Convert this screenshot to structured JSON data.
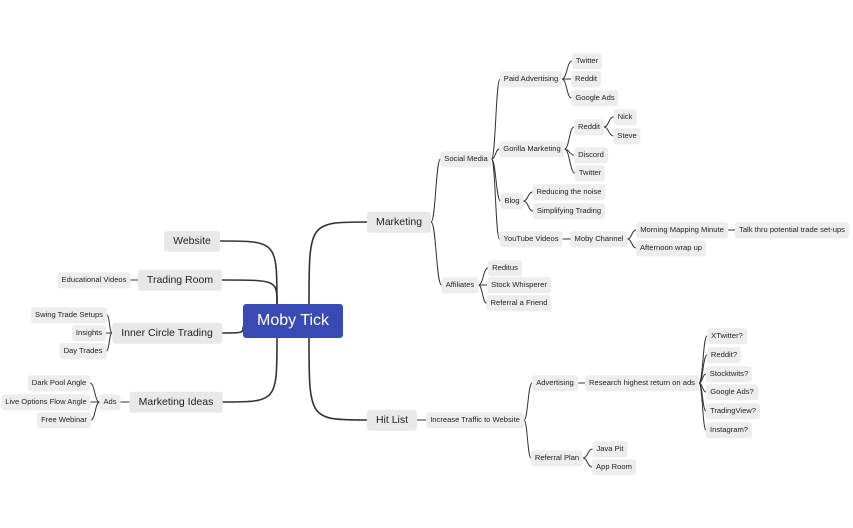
{
  "root": {
    "id": "root",
    "label": "Moby Tick"
  },
  "colors": {
    "root_fill": "#3a4ab5",
    "node_fill": "#ededed",
    "line": "#333333"
  },
  "nodes": [
    {
      "id": "marketing",
      "label": "Marketing",
      "parent": "root"
    },
    {
      "id": "social-media",
      "label": "Social Media",
      "parent": "marketing"
    },
    {
      "id": "paid-advertising",
      "label": "Paid Advertising",
      "parent": "social-media"
    },
    {
      "id": "pa-twitter",
      "label": "Twitter",
      "parent": "paid-advertising"
    },
    {
      "id": "pa-reddit",
      "label": "Reddit",
      "parent": "paid-advertising"
    },
    {
      "id": "pa-google-ads",
      "label": "Google Ads",
      "parent": "paid-advertising"
    },
    {
      "id": "gorilla-marketing",
      "label": "Gorilla Marketing",
      "parent": "social-media"
    },
    {
      "id": "gm-reddit",
      "label": "Reddit",
      "parent": "gorilla-marketing"
    },
    {
      "id": "gm-nick",
      "label": "Nick",
      "parent": "gm-reddit"
    },
    {
      "id": "gm-steve",
      "label": "Steve",
      "parent": "gm-reddit"
    },
    {
      "id": "gm-discord",
      "label": "Discord",
      "parent": "gorilla-marketing"
    },
    {
      "id": "gm-twitter",
      "label": "Twitter",
      "parent": "gorilla-marketing"
    },
    {
      "id": "blog",
      "label": "Blog",
      "parent": "social-media"
    },
    {
      "id": "blog-reducing",
      "label": "Reducing the noise",
      "parent": "blog"
    },
    {
      "id": "blog-simplifying",
      "label": "Simplifying Trading",
      "parent": "blog"
    },
    {
      "id": "youtube-videos",
      "label": "YouTube Videos",
      "parent": "social-media"
    },
    {
      "id": "moby-channel",
      "label": "Moby Channel",
      "parent": "youtube-videos"
    },
    {
      "id": "morning-mapping",
      "label": "Morning Mapping Minute",
      "parent": "moby-channel"
    },
    {
      "id": "talk-thru",
      "label": "Talk thru potential trade set-ups",
      "parent": "morning-mapping"
    },
    {
      "id": "afternoon-wrap",
      "label": "Afternoon wrap up",
      "parent": "moby-channel"
    },
    {
      "id": "affiliates",
      "label": "Affiliates",
      "parent": "marketing"
    },
    {
      "id": "aff-reditus",
      "label": "Reditus",
      "parent": "affiliates"
    },
    {
      "id": "aff-stock-whisperer",
      "label": "Stock Whisperer",
      "parent": "affiliates"
    },
    {
      "id": "aff-referral",
      "label": "Referral a Friend",
      "parent": "affiliates"
    },
    {
      "id": "hit-list",
      "label": "Hit List",
      "parent": "root"
    },
    {
      "id": "increase-traffic",
      "label": "Increase Traffic to Website",
      "parent": "hit-list"
    },
    {
      "id": "hl-advertising",
      "label": "Advertising",
      "parent": "increase-traffic"
    },
    {
      "id": "research-return",
      "label": "Research highest return on ads",
      "parent": "hl-advertising"
    },
    {
      "id": "rr-xtwitter",
      "label": "XTwitter?",
      "parent": "research-return"
    },
    {
      "id": "rr-reddit",
      "label": "Reddit?",
      "parent": "research-return"
    },
    {
      "id": "rr-stocktwits",
      "label": "Stocktwits?",
      "parent": "research-return"
    },
    {
      "id": "rr-google-ads",
      "label": "Google Ads?",
      "parent": "research-return"
    },
    {
      "id": "rr-tradingview",
      "label": "TradingView?",
      "parent": "research-return"
    },
    {
      "id": "rr-instagram",
      "label": "Instagram?",
      "parent": "research-return"
    },
    {
      "id": "referral-plan",
      "label": "Referral Plan",
      "parent": "increase-traffic"
    },
    {
      "id": "rp-java-pit",
      "label": "Java Pit",
      "parent": "referral-plan"
    },
    {
      "id": "rp-app-room",
      "label": "App Room",
      "parent": "referral-plan"
    },
    {
      "id": "website",
      "label": "Website",
      "parent": "root"
    },
    {
      "id": "trading-room",
      "label": "Trading Room",
      "parent": "root"
    },
    {
      "id": "educational-videos",
      "label": "Educational Videos",
      "parent": "trading-room"
    },
    {
      "id": "inner-circle",
      "label": "Inner Circle Trading",
      "parent": "root"
    },
    {
      "id": "ic-swing",
      "label": "Swing Trade Setups",
      "parent": "inner-circle"
    },
    {
      "id": "ic-insights",
      "label": "Insights",
      "parent": "inner-circle"
    },
    {
      "id": "ic-day-trades",
      "label": "Day Trades",
      "parent": "inner-circle"
    },
    {
      "id": "marketing-ideas",
      "label": "Marketing Ideas",
      "parent": "root"
    },
    {
      "id": "ads",
      "label": "Ads",
      "parent": "marketing-ideas"
    },
    {
      "id": "ads-dark-pool",
      "label": "Dark Pool Angle",
      "parent": "ads"
    },
    {
      "id": "ads-live-options",
      "label": "Live Options Flow Angle",
      "parent": "ads"
    },
    {
      "id": "ads-free-webinar",
      "label": "Free Webinar",
      "parent": "ads"
    }
  ]
}
